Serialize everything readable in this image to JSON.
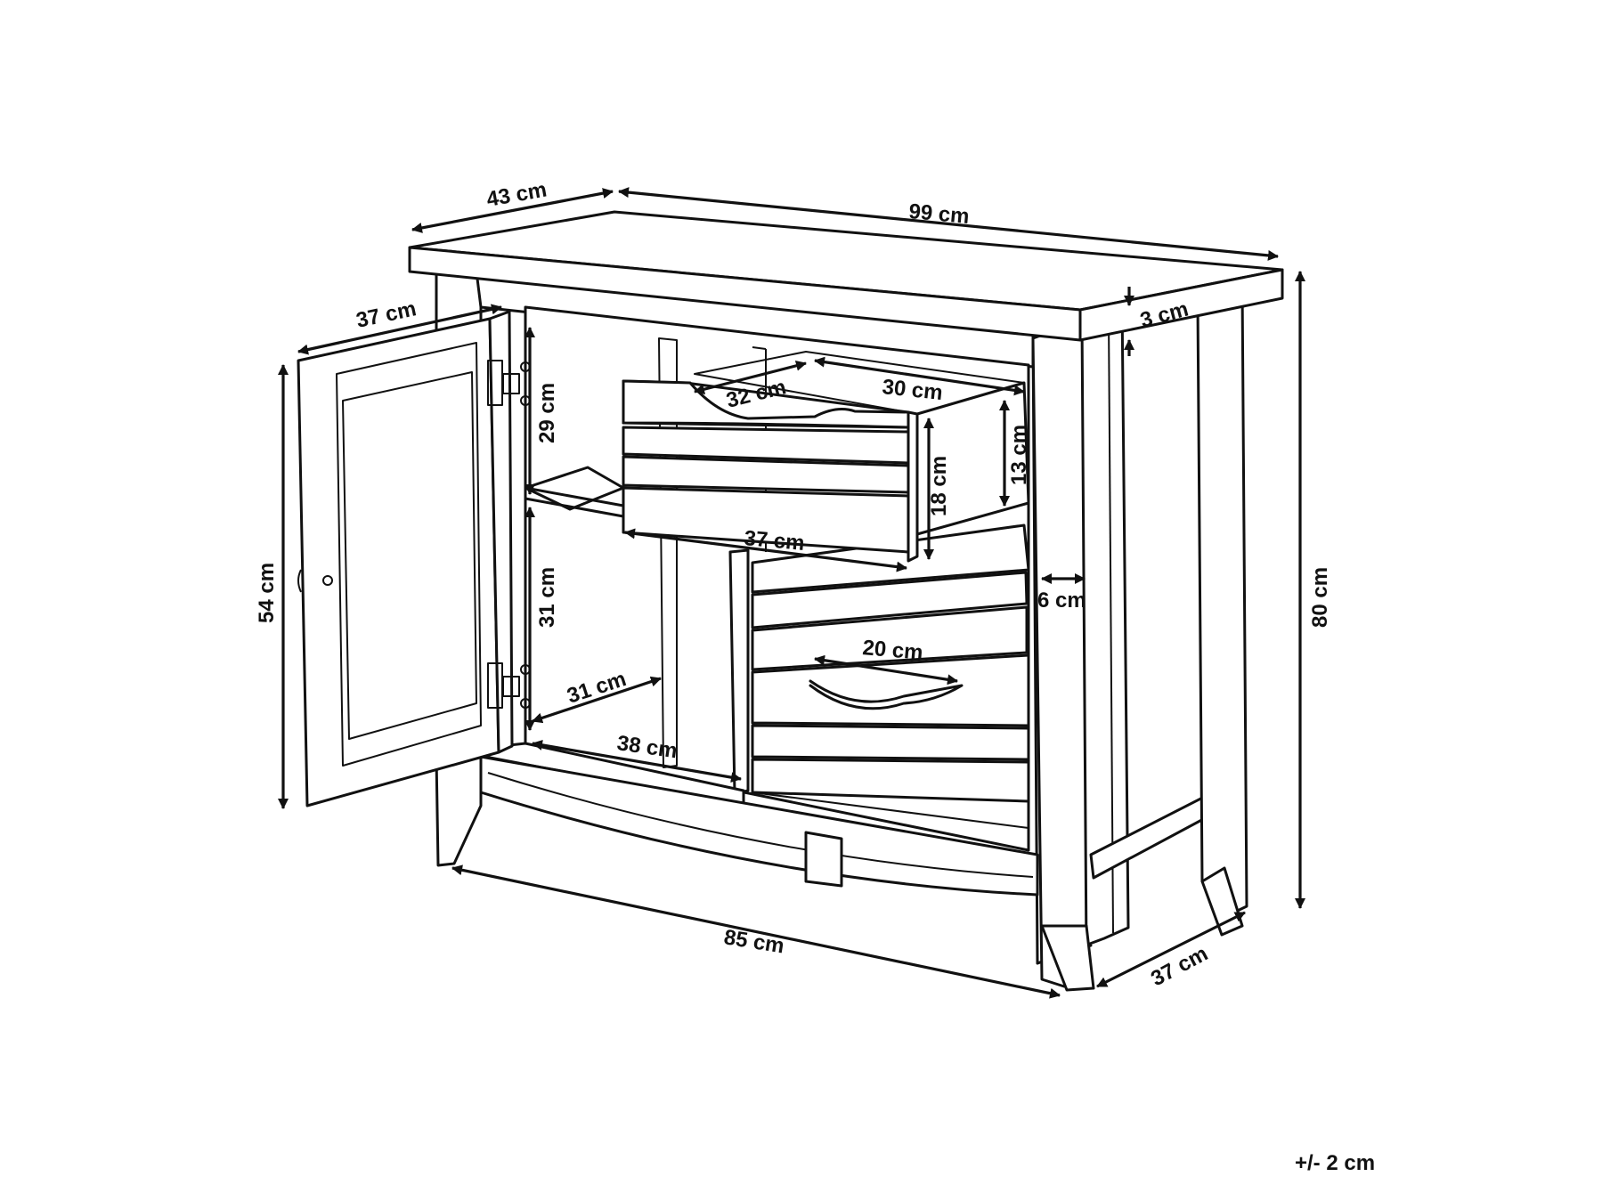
{
  "dimensions": {
    "top_depth": "43 cm",
    "top_width": "99 cm",
    "top_thickness": "3 cm",
    "total_height": "80 cm",
    "door_width": "37 cm",
    "door_height": "54 cm",
    "upper_compartment_height": "29 cm",
    "lower_compartment_height": "31 cm",
    "compartment_depth": "31 cm",
    "compartment_width": "38 cm",
    "drawer_depth": "32 cm",
    "drawer_inner_depth": "30 cm",
    "drawer_inner_height": "13 cm",
    "drawer_height": "18 cm",
    "drawer_width": "37 cm",
    "handle_width": "20 cm",
    "side_gap": "6 cm",
    "base_width": "85 cm",
    "base_depth": "37 cm"
  },
  "tolerance": "+/- 2 cm"
}
